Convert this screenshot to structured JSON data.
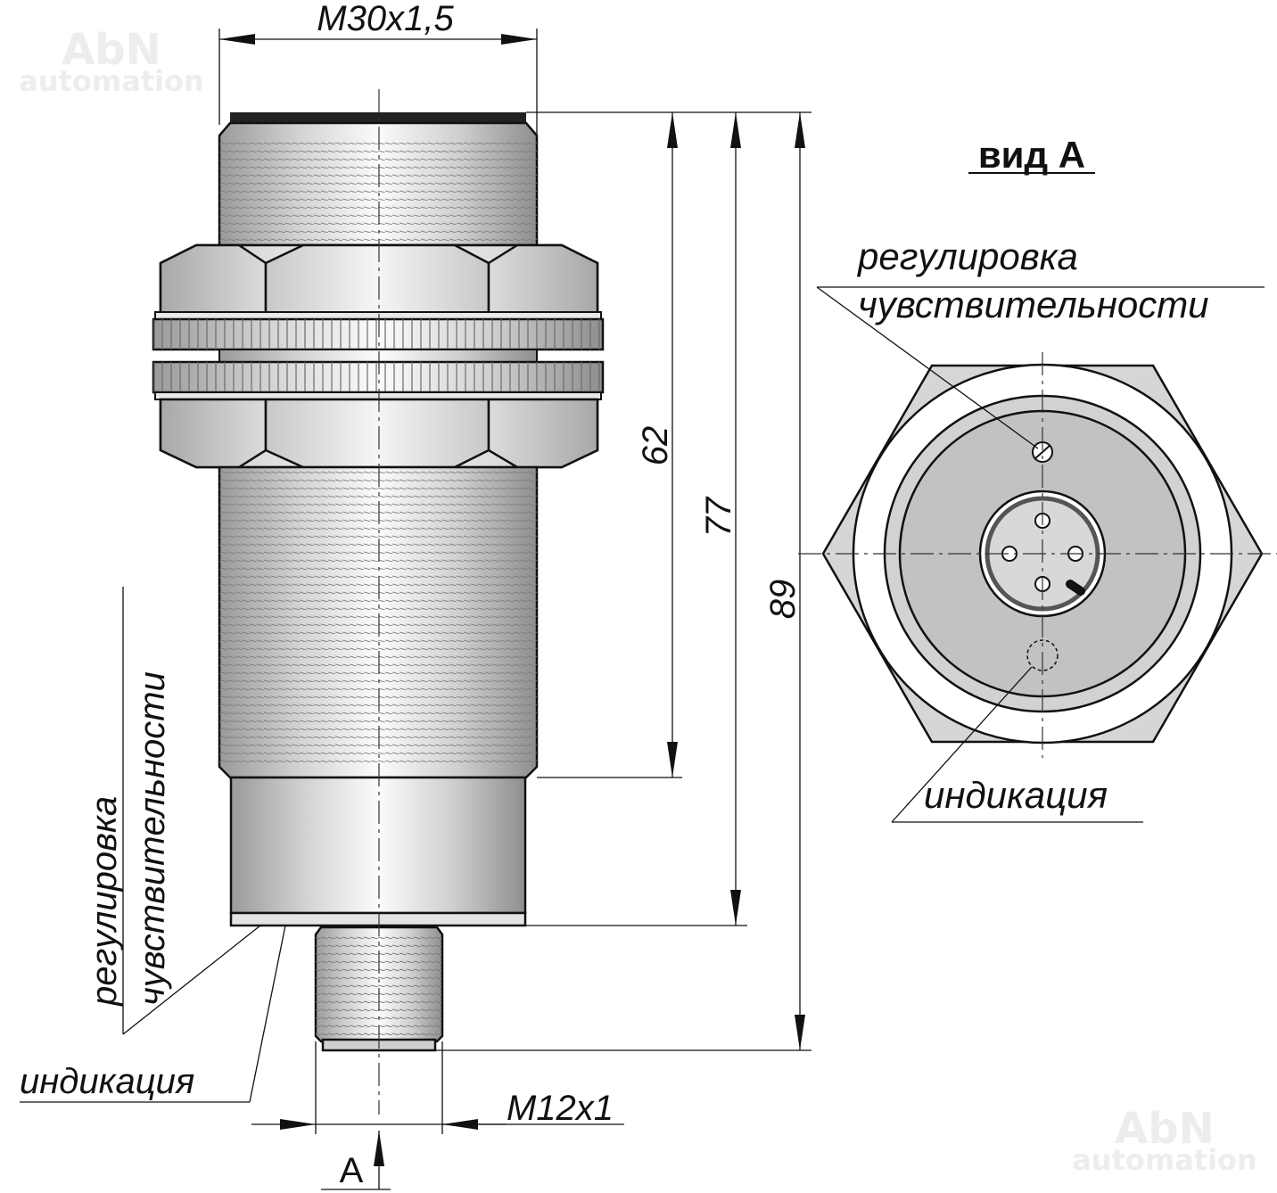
{
  "watermark": {
    "brand": "AbN",
    "sub": "automation"
  },
  "side_view": {
    "thread_main": "M30x1,5",
    "thread_connector": "M12x1",
    "dim_62": "62",
    "dim_77": "77",
    "dim_89": "89",
    "label_sensitivity_line1": "регулировка",
    "label_sensitivity_line2": "чувствительности",
    "label_indication": "индикация",
    "view_marker": "A"
  },
  "end_view": {
    "title": "вид А",
    "label_sensitivity_line1": "регулировка",
    "label_sensitivity_line2": "чувствительности",
    "label_indication": "индикация"
  }
}
